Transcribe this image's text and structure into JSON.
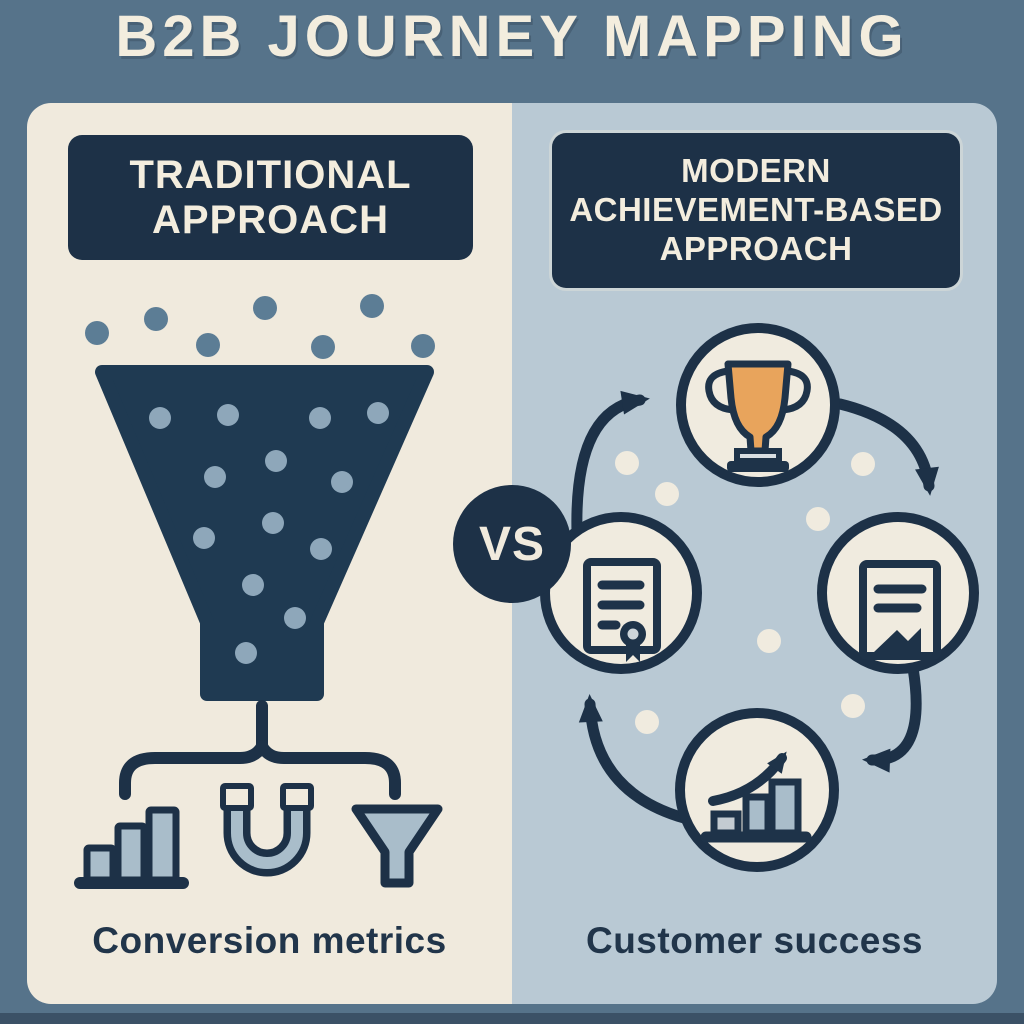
{
  "title": "B2B JOURNEY MAPPING",
  "vs_label": "VS",
  "left_panel": {
    "header_lines": [
      "TRADITIONAL",
      "APPROACH"
    ],
    "caption": "Conversion metrics",
    "icons": [
      "sales-funnel-icon",
      "bar-chart-icon",
      "magnet-icon",
      "filter-funnel-icon"
    ]
  },
  "right_panel": {
    "header_lines": [
      "MODERN",
      "ACHIEVEMENT-BASED",
      "APPROACH"
    ],
    "caption": "Customer success",
    "icons": [
      "trophy-icon",
      "certificate-icon",
      "report-icon",
      "growth-chart-icon"
    ],
    "cycle_direction": "clockwise"
  },
  "colors": {
    "background": "#56738a",
    "panel_left": "#f0eadd",
    "panel_right": "#b9c9d4",
    "navy": "#1d3147",
    "trophy_orange": "#e8a45c",
    "falling_dots": "#5c7d95",
    "funnel_inner_dots": "#8ea7ba",
    "icon_fill": "#a9bdca",
    "text_cream": "#f3edde"
  }
}
